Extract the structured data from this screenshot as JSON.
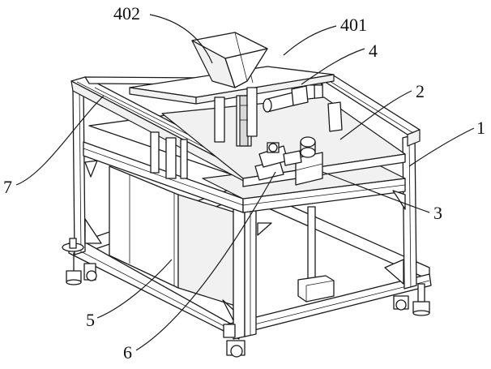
{
  "labels": {
    "l402": "402",
    "l401": "401",
    "l4": "4",
    "l2": "2",
    "l1": "1",
    "l7": "7",
    "l3": "3",
    "l5": "5",
    "l6": "6"
  }
}
